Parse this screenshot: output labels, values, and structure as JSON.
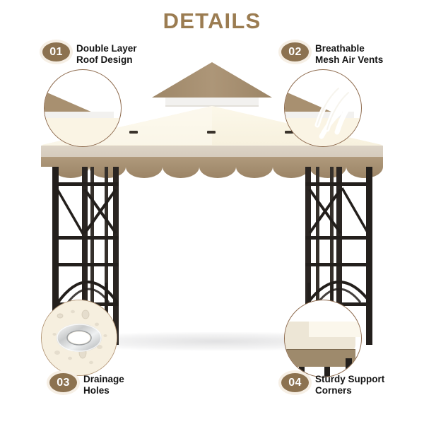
{
  "header": {
    "title": "DETAILS",
    "title_color": "#9B7C51"
  },
  "palette": {
    "background": "#FFFFFF",
    "badge_brown": "#8C7250",
    "label_black": "#141414",
    "canopy_cream": "#FBF6E6",
    "valance_light": "#D8CEC0",
    "valance_dark": "#A99274",
    "peak_tan": "#A89070",
    "mesh_white": "#F2F1EF",
    "frame_dark": "#231F1C",
    "circle_border": "#8E6B4E"
  },
  "callouts": [
    {
      "number": "01",
      "label": "Double Layer\nRoof Design",
      "icon": "magnifier-circle-roof-layers"
    },
    {
      "number": "02",
      "label": "Breathable\nMesh Air Vents",
      "icon": "magnifier-circle-air-vents"
    },
    {
      "number": "03",
      "label": "Drainage\nHoles",
      "icon": "magnifier-circle-drainage-grommet"
    },
    {
      "number": "04",
      "label": "Sturdy Support\nCorners",
      "icon": "magnifier-circle-support-corner"
    }
  ],
  "product": {
    "name": "two-tier-canopy-gazebo",
    "parts": [
      "peak-vent-cap",
      "mesh-vent-band",
      "main-canopy",
      "scalloped-valance",
      "left-lattice-leg",
      "right-lattice-leg",
      "ground-shadow"
    ],
    "canopy_strap_count": 3
  }
}
